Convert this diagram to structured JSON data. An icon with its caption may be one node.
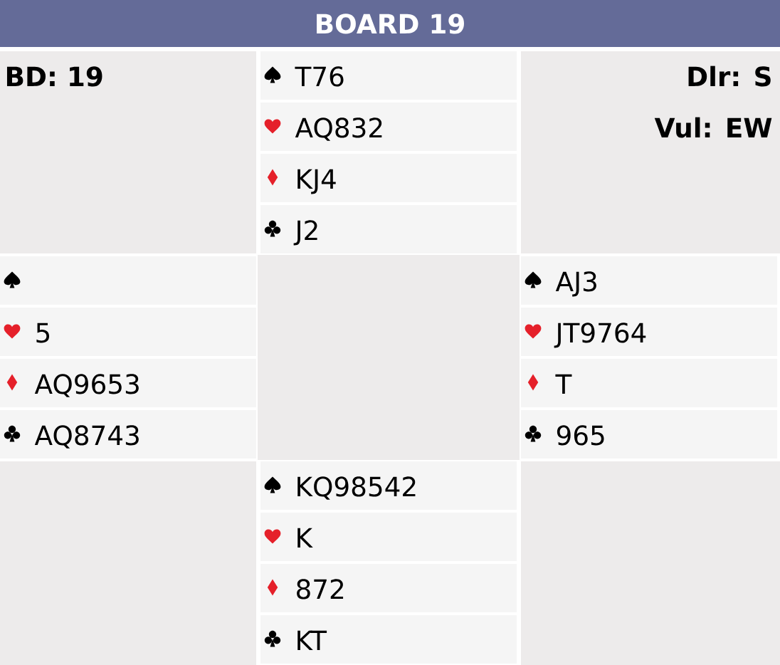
{
  "diagram": {
    "title": "BOARD 19",
    "labels": [
      "BD: 19",
      "T76",
      "Dlr: S",
      "AQ832",
      "Vul: EW",
      "KJ4",
      "J2",
      "AJ3",
      "5",
      "JT9764",
      "AQ9653",
      "T",
      "AQ8743",
      "965",
      "KQ98542",
      "K",
      "872",
      "KT"
    ]
  }
}
